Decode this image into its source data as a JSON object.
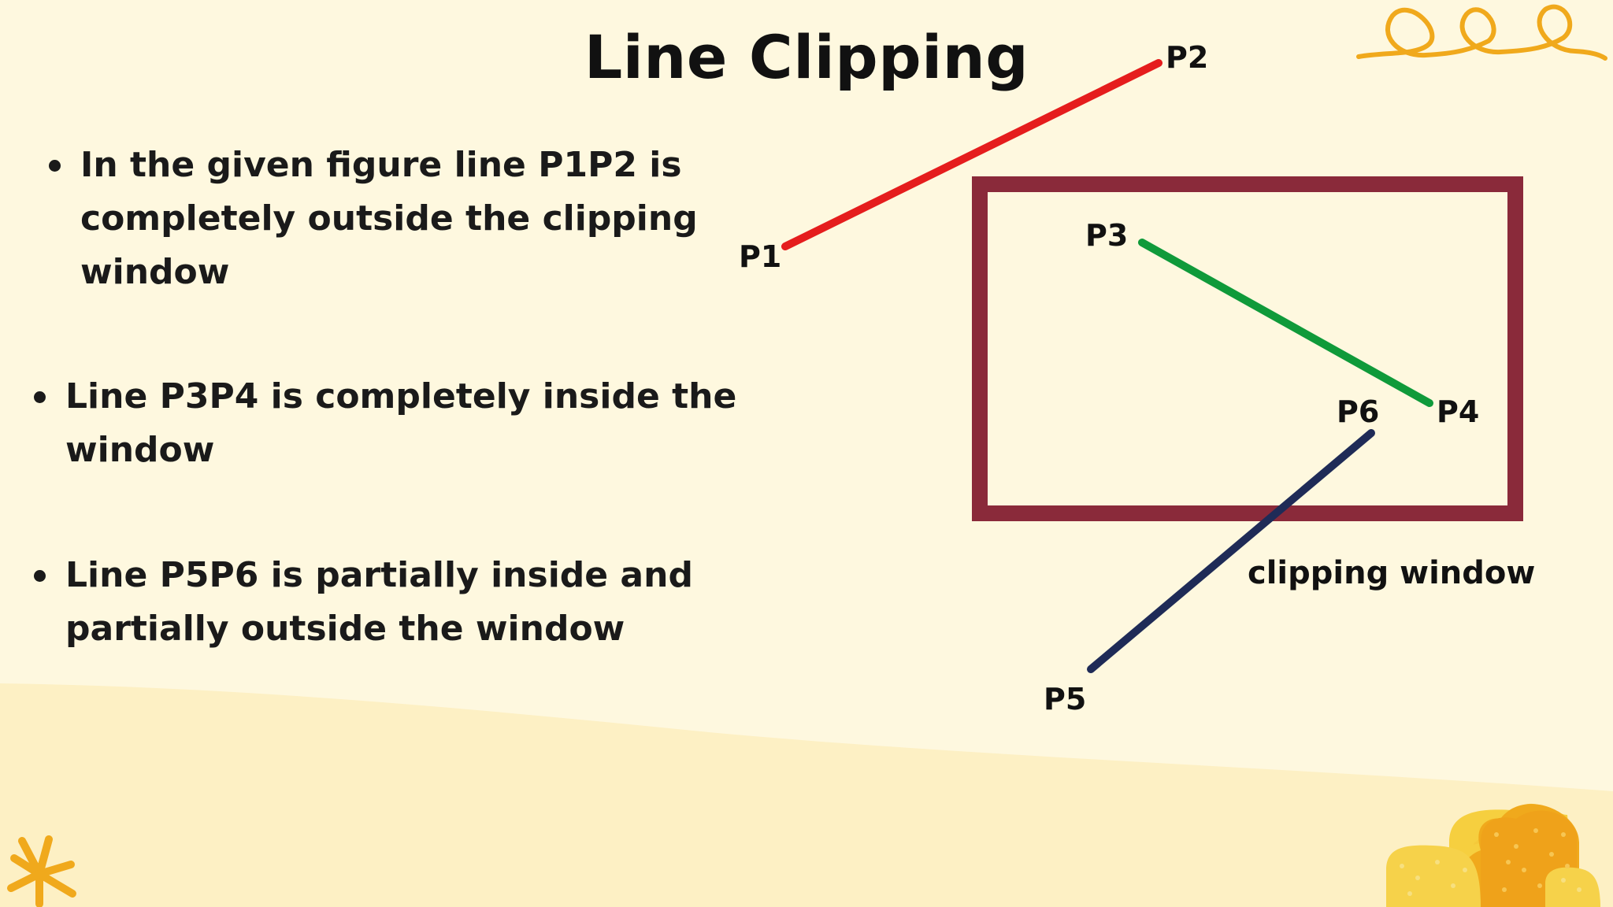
{
  "slide": {
    "title": "Line Clipping",
    "bullets": [
      "In the given figure line  P1P2 is completely outside the  clipping window",
      "Line P3P4 is completely inside the window",
      "Line P5P6 is partially inside and partially outside the window"
    ]
  },
  "figure": {
    "window_label": "clipping window",
    "points": {
      "p1": "P1",
      "p2": "P2",
      "p3": "P3",
      "p4": "P4",
      "p5": "P5",
      "p6": "P6"
    },
    "colors": {
      "line_p1p2": "#e51d1d",
      "line_p3p4": "#0f9a3a",
      "line_p5p6": "#1f2b57",
      "window_border": "#8a2a3a",
      "background": "#fef8df",
      "decor_orange": "#f0a91c",
      "decor_yellow": "#f6cf3f"
    }
  }
}
